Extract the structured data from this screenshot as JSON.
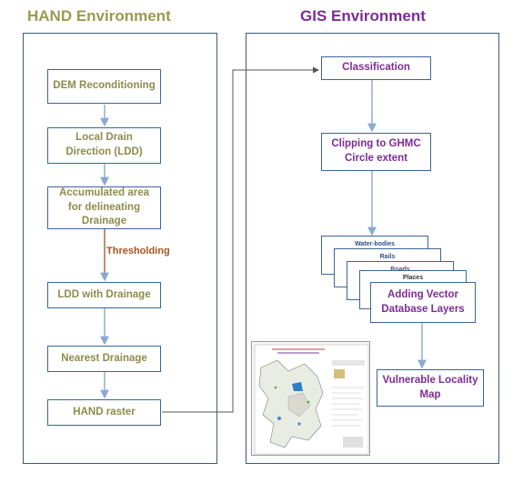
{
  "headings": {
    "hand": "HAND Environment",
    "gis": "GIS Environment"
  },
  "hand_steps": [
    "DEM Reconditioning",
    "Local Drain Direction (LDD)",
    "Accumulated area for delineating Drainage",
    "LDD with Drainage",
    "Nearest Drainage",
    "HAND raster"
  ],
  "threshold_label": "Thresholding",
  "gis_steps": {
    "classification": "Classification",
    "clipping": "Clipping to GHMC Circle extent",
    "vector_layers": "Adding Vector Database Layers",
    "vulnerable_map": "Vulnerable Locality Map"
  },
  "stacked_layers": [
    "Water-bodies",
    "Rails",
    "Roads",
    "Places"
  ],
  "colors": {
    "hand_text": "#8c8c4e",
    "gis_text": "#7b2c96",
    "box_border": "#3e6597",
    "arrow": "#8aa9d0",
    "threshold_text": "#a5531d"
  }
}
